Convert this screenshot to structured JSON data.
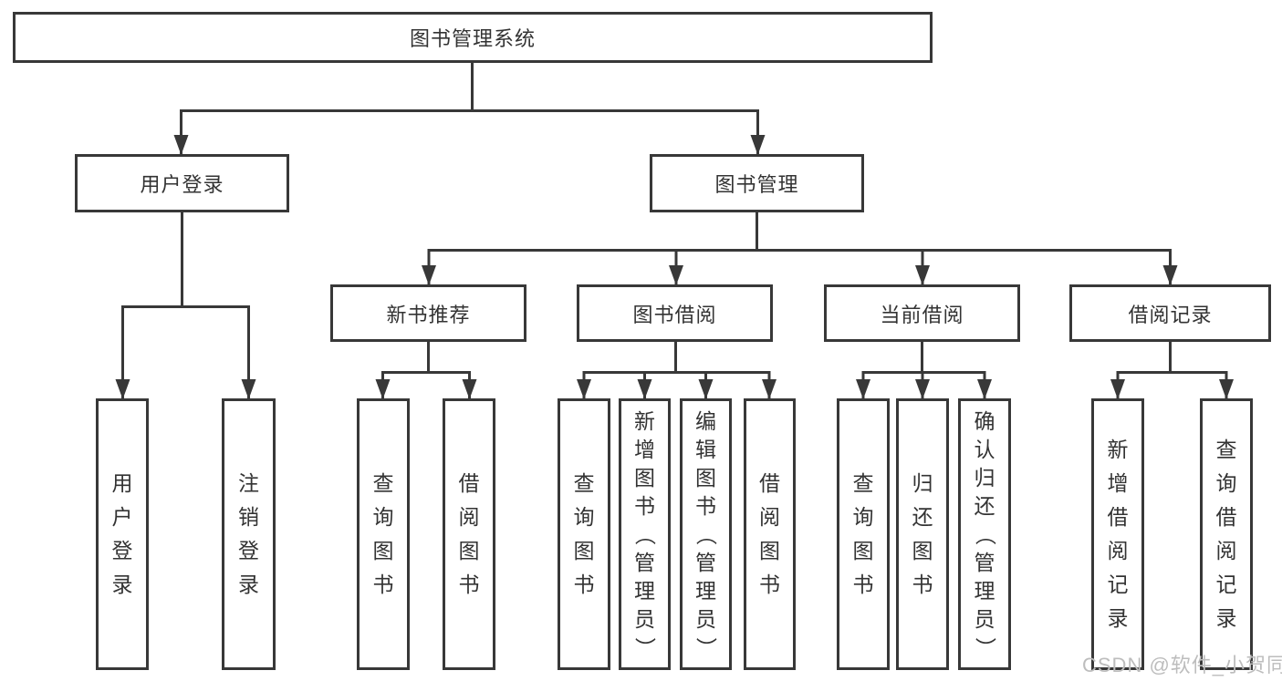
{
  "root": {
    "label": "图书管理系统"
  },
  "branches": [
    {
      "label": "用户登录",
      "children": [
        {
          "label": "用户登录"
        },
        {
          "label": "注销登录"
        }
      ]
    },
    {
      "label": "图书管理",
      "children": [
        {
          "label": "新书推荐",
          "children": [
            {
              "label": "查询图书"
            },
            {
              "label": "借阅图书"
            }
          ]
        },
        {
          "label": "图书借阅",
          "children": [
            {
              "label": "查询图书"
            },
            {
              "label": "新增图书（管理员）"
            },
            {
              "label": "编辑图书（管理员）"
            },
            {
              "label": "借阅图书"
            }
          ]
        },
        {
          "label": "当前借阅",
          "children": [
            {
              "label": "查询图书"
            },
            {
              "label": "归还图书"
            },
            {
              "label": "确认归还（管理员）"
            }
          ]
        },
        {
          "label": "借阅记录",
          "children": [
            {
              "label": "新增借阅记录"
            },
            {
              "label": "查询借阅记录"
            }
          ]
        }
      ]
    }
  ],
  "watermark": {
    "text": "CSDN @软件_小贺同学",
    "color": "#bdbdbd"
  },
  "colors": {
    "line": "#383838",
    "text": "#333333",
    "background": "#ffffff"
  }
}
